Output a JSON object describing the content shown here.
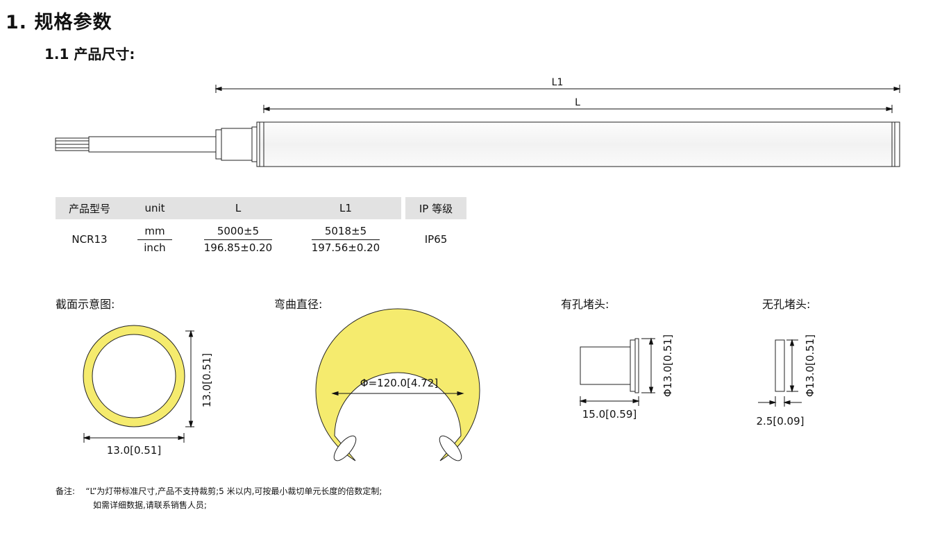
{
  "headings": {
    "section": "1. 规格参数",
    "subsection": "1.1 产品尺寸:"
  },
  "dimension_labels": {
    "l1": "L1",
    "l": "L"
  },
  "spec_table": {
    "headers": [
      "产品型号",
      "unit",
      "L",
      "L1",
      "IP 等级"
    ],
    "model": "NCR13",
    "unit_top": "mm",
    "unit_bottom": "inch",
    "l_mm": "5000±5",
    "l_inch": "196.85±0.20",
    "l1_mm": "5018±5",
    "l1_inch": "197.56±0.20",
    "ip": "IP65"
  },
  "sections": {
    "cross_section": "截面示意图:",
    "bend_diameter": "弯曲直径:",
    "end_cap_hole": "有孔堵头:",
    "end_cap_no_hole": "无孔堵头:"
  },
  "dims": {
    "cross_height": "13.0[0.51]",
    "cross_width": "13.0[0.51]",
    "bend_dia": "Φ=120.0[4.72]",
    "cap_hole_dia": "Φ13.0[0.51]",
    "cap_hole_len": "15.0[0.59]",
    "cap_nohole_dia": "Φ13.0[0.51]",
    "cap_nohole_len": "2.5[0.09]"
  },
  "note": {
    "label": "备注:",
    "line1": "“L”为灯带标准尺寸,产品不支持裁剪;5 米以内,可按最小裁切单元长度的倍数定制;",
    "line2": "如需详细数据,请联系销售人员;"
  },
  "colors": {
    "fill_yellow": "#f5eb6e",
    "table_header_bg": "#e2e2e2"
  }
}
